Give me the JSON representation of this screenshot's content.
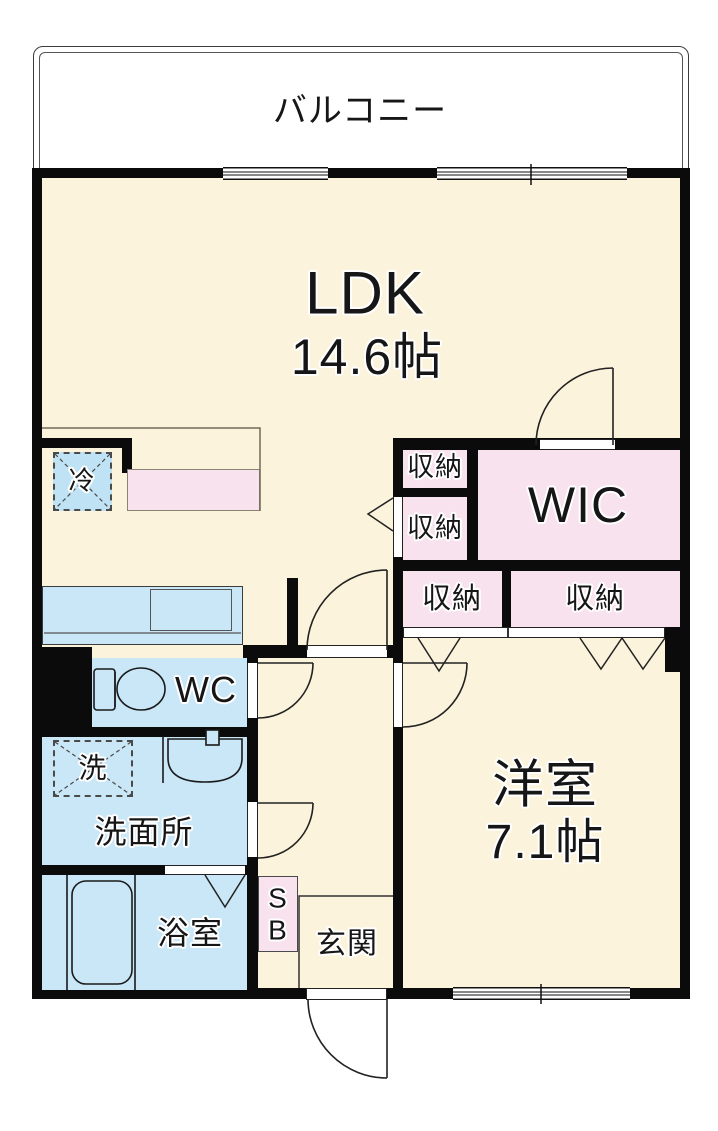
{
  "floorplan": {
    "balcony": {
      "label": "バルコニー"
    },
    "ldk": {
      "label": "LDK",
      "area": "14.6帖"
    },
    "western_room": {
      "label": "洋室",
      "area": "7.1帖"
    },
    "wic": {
      "label": "WIC"
    },
    "storage1": {
      "label": "収納"
    },
    "storage2": {
      "label": "収納"
    },
    "storage3": {
      "label": "収納"
    },
    "storage4": {
      "label": "収納"
    },
    "wc": {
      "label": "WC"
    },
    "washroom": {
      "label": "洗面所"
    },
    "washer": {
      "label": "洗"
    },
    "bathroom": {
      "label": "浴室"
    },
    "entrance": {
      "label": "玄関"
    },
    "shoe_box": {
      "line1": "S",
      "line2": "B"
    },
    "refrigerator": {
      "label": "冷"
    },
    "colors": {
      "floor_cream": "#fcf3dc",
      "closet_pink": "#f8e2ee",
      "wet_area_blue": "#c9e7f7",
      "fridge_blue": "#bfe3f5",
      "wall_black": "#0b0b0b",
      "balcony_white": "#ffffff"
    }
  }
}
